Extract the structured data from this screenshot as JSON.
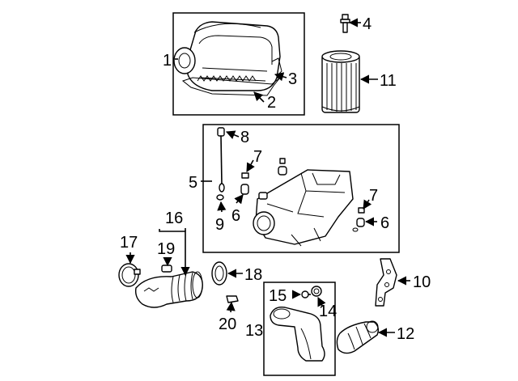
{
  "callouts": [
    {
      "id": "1",
      "text": "1"
    },
    {
      "id": "2",
      "text": "2"
    },
    {
      "id": "3",
      "text": "3"
    },
    {
      "id": "4",
      "text": "4"
    },
    {
      "id": "5",
      "text": "5"
    },
    {
      "id": "6a",
      "text": "6"
    },
    {
      "id": "6b",
      "text": "6"
    },
    {
      "id": "7a",
      "text": "7"
    },
    {
      "id": "7b",
      "text": "7"
    },
    {
      "id": "8",
      "text": "8"
    },
    {
      "id": "9",
      "text": "9"
    },
    {
      "id": "10",
      "text": "10"
    },
    {
      "id": "11",
      "text": "11"
    },
    {
      "id": "12",
      "text": "12"
    },
    {
      "id": "13",
      "text": "13"
    },
    {
      "id": "14",
      "text": "14"
    },
    {
      "id": "15",
      "text": "15"
    },
    {
      "id": "16",
      "text": "16"
    },
    {
      "id": "17",
      "text": "17"
    },
    {
      "id": "18",
      "text": "18"
    },
    {
      "id": "19",
      "text": "19"
    },
    {
      "id": "20",
      "text": "20"
    }
  ]
}
